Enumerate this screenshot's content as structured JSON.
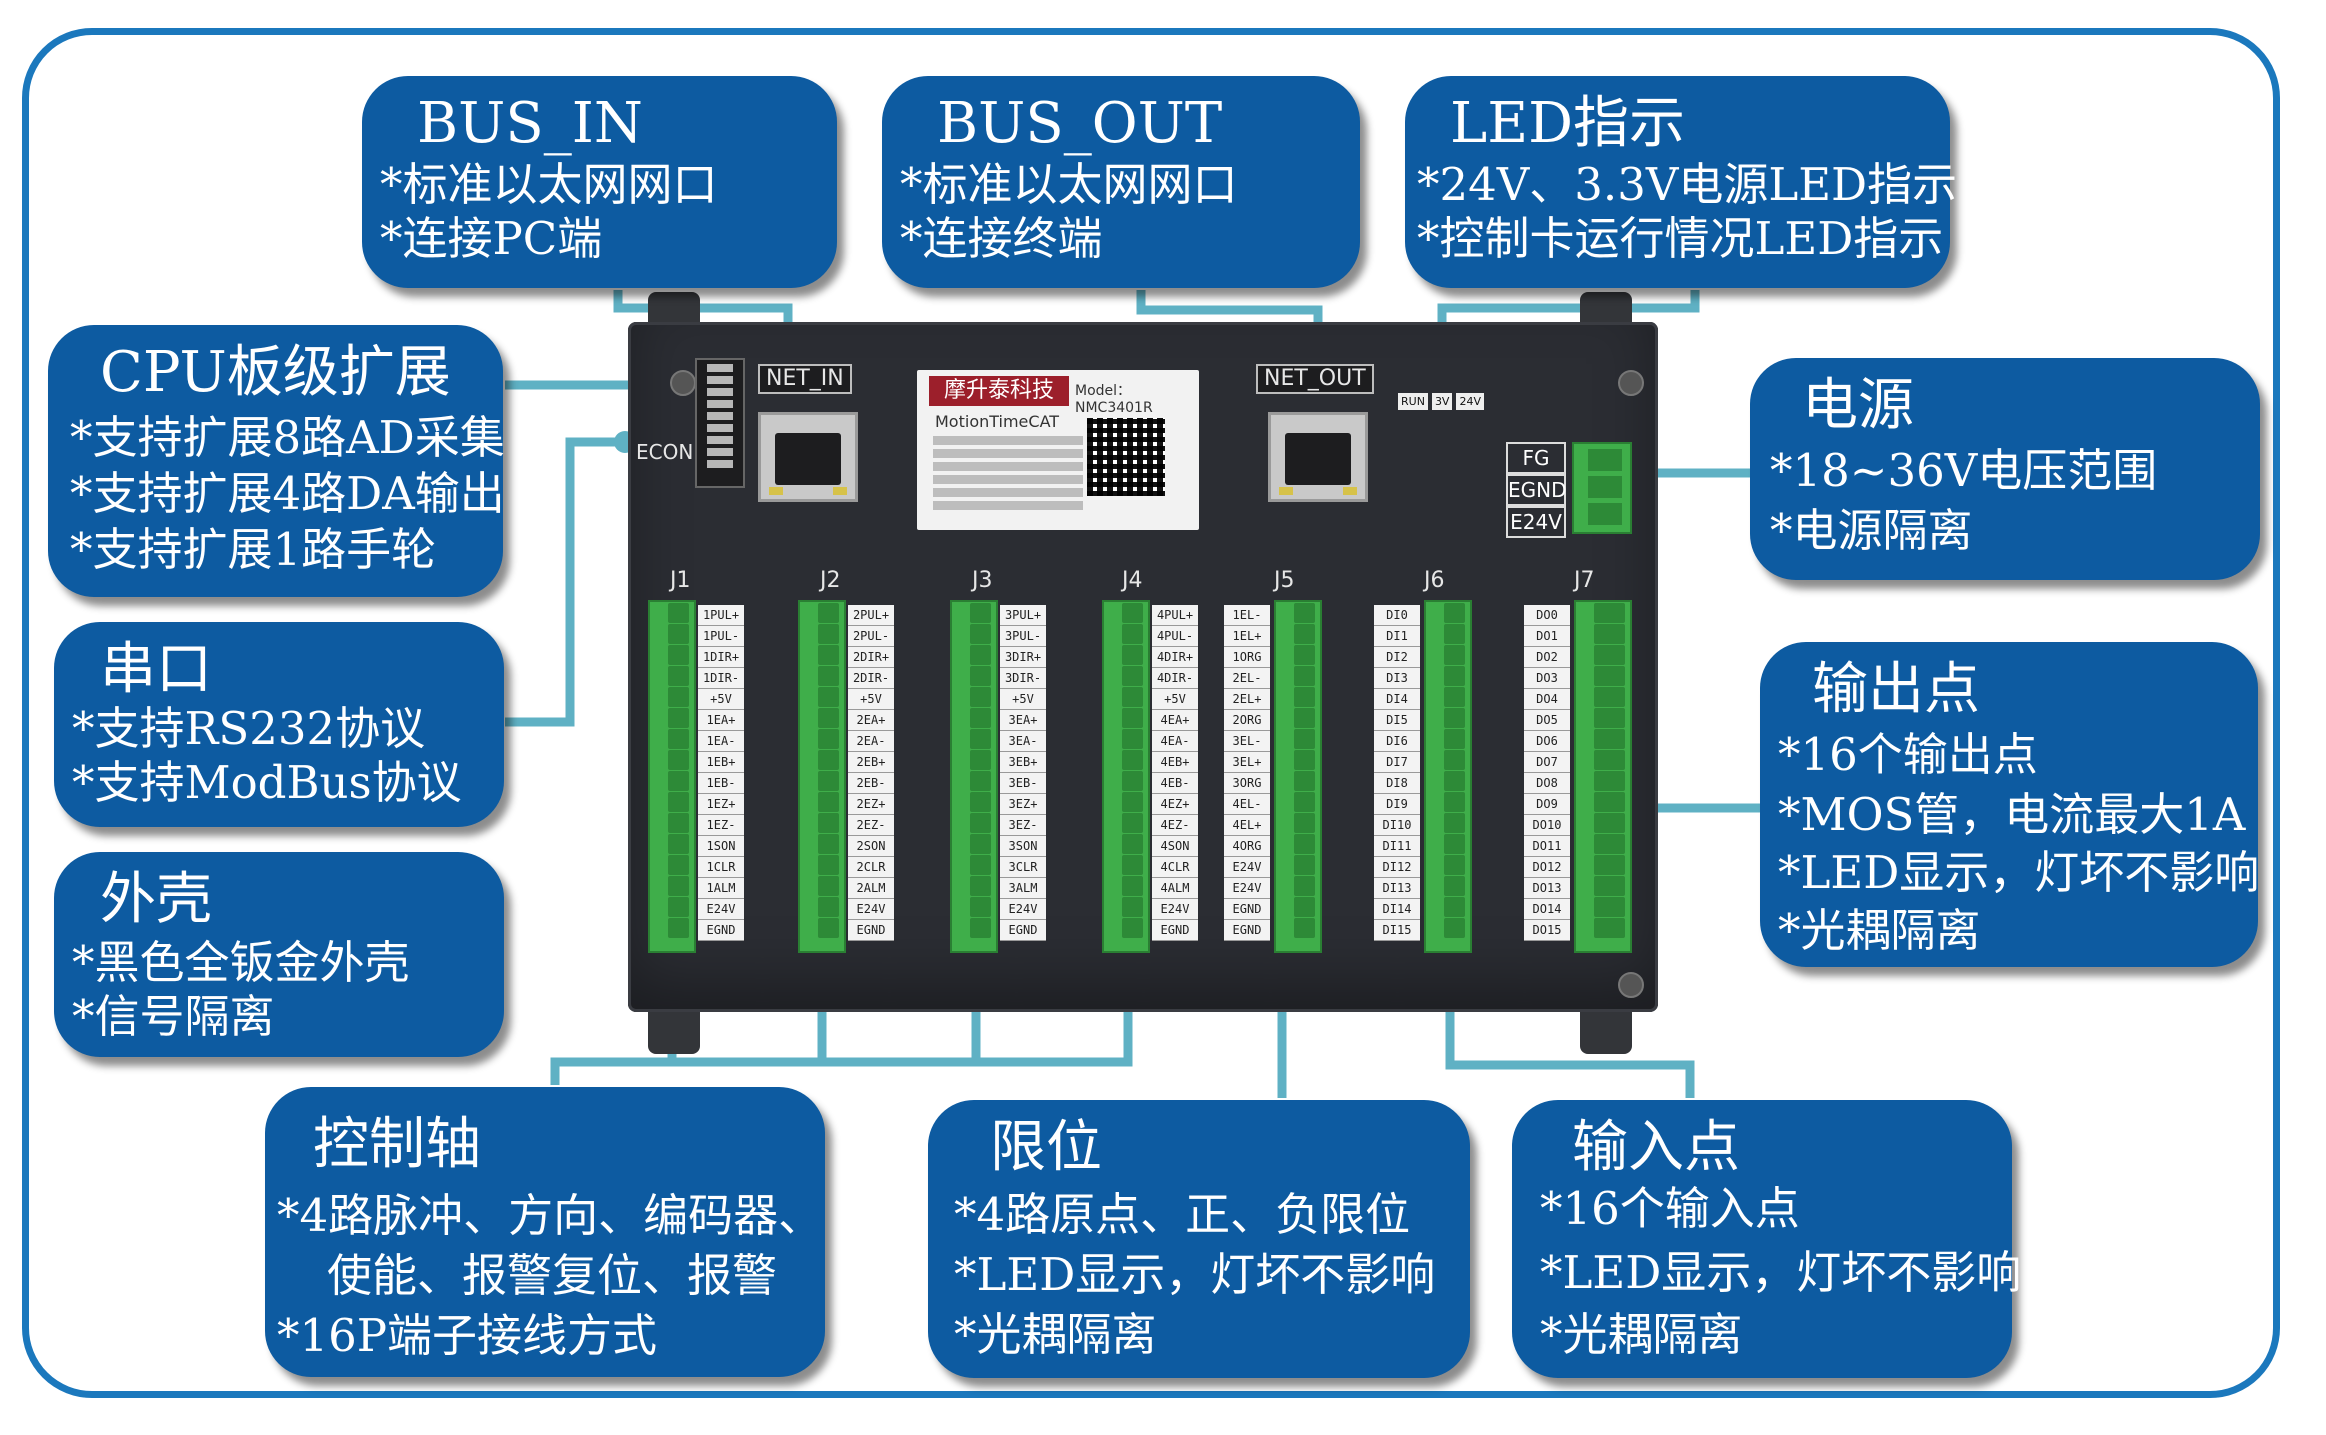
{
  "callouts": {
    "bus_in": {
      "title": "BUS_IN",
      "lines": [
        "*标准以太网网口",
        "*连接PC端"
      ]
    },
    "bus_out": {
      "title": "BUS_OUT",
      "lines": [
        "*标准以太网网口",
        "*连接终端"
      ]
    },
    "led": {
      "title": "LED指示",
      "lines": [
        "*24V、3.3V电源LED指示",
        "*控制卡运行情况LED指示"
      ]
    },
    "cpu": {
      "title": "CPU板级扩展",
      "lines": [
        "*支持扩展8路AD采集",
        "*支持扩展4路DA输出",
        "*支持扩展1路手轮"
      ]
    },
    "serial": {
      "title": "串口",
      "lines": [
        "*支持RS232协议",
        "*支持ModBus协议"
      ]
    },
    "shell": {
      "title": "外壳",
      "lines": [
        "*黑色全钣金外壳",
        "*信号隔离"
      ]
    },
    "power": {
      "title": "电源",
      "lines": [
        "*18~36V电压范围",
        "*电源隔离"
      ]
    },
    "output": {
      "title": "输出点",
      "lines": [
        "*16个输出点",
        "*MOS管，电流最大1A",
        "*LED显示，灯坏不影响",
        "*光耦隔离"
      ]
    },
    "axis": {
      "title": "控制轴",
      "lines": [
        "*4路脉冲、方向、编码器、",
        "使能、报警复位、报警",
        "*16P端子接线方式"
      ]
    },
    "limit": {
      "title": "限位",
      "lines": [
        "*4路原点、正、负限位",
        "*LED显示，灯坏不影响",
        "*光耦隔离"
      ]
    },
    "input": {
      "title": "输入点",
      "lines": [
        "*16个输入点",
        "*LED显示，灯坏不影响",
        "*光耦隔离"
      ]
    }
  },
  "device": {
    "net_in": "NET_IN",
    "net_out": "NET_OUT",
    "econ": "ECON",
    "brand": "摩升泰科技",
    "brand_en": "MotionTimeCAT",
    "model": "Model：NMC3401R",
    "power_pins": [
      "FG",
      "EGND",
      "E24V"
    ],
    "led_labels": [
      "RUN",
      "3V",
      "24V"
    ],
    "connectors": [
      "J1",
      "J2",
      "J3",
      "J4",
      "J5",
      "J6",
      "J7"
    ],
    "j1_pins": [
      "1PUL+",
      "1PUL-",
      "1DIR+",
      "1DIR-",
      "+5V",
      "1EA+",
      "1EA-",
      "1EB+",
      "1EB-",
      "1EZ+",
      "1EZ-",
      "1SON",
      "1CLR",
      "1ALM",
      "E24V",
      "EGND"
    ],
    "j2_pins": [
      "2PUL+",
      "2PUL-",
      "2DIR+",
      "2DIR-",
      "+5V",
      "2EA+",
      "2EA-",
      "2EB+",
      "2EB-",
      "2EZ+",
      "2EZ-",
      "2SON",
      "2CLR",
      "2ALM",
      "E24V",
      "EGND"
    ],
    "j3_pins": [
      "3PUL+",
      "3PUL-",
      "3DIR+",
      "3DIR-",
      "+5V",
      "3EA+",
      "3EA-",
      "3EB+",
      "3EB-",
      "3EZ+",
      "3EZ-",
      "3SON",
      "3CLR",
      "3ALM",
      "E24V",
      "EGND"
    ],
    "j4_pins": [
      "4PUL+",
      "4PUL-",
      "4DIR+",
      "4DIR-",
      "+5V",
      "4EA+",
      "4EA-",
      "4EB+",
      "4EB-",
      "4EZ+",
      "4EZ-",
      "4SON",
      "4CLR",
      "4ALM",
      "E24V",
      "EGND"
    ],
    "j5_pins": [
      "1EL-",
      "1EL+",
      "1ORG",
      "2EL-",
      "2EL+",
      "2ORG",
      "3EL-",
      "3EL+",
      "3ORG",
      "4EL-",
      "4EL+",
      "4ORG",
      "E24V",
      "E24V",
      "EGND",
      "EGND"
    ],
    "j6_pins": [
      "DI0",
      "DI1",
      "DI2",
      "DI3",
      "DI4",
      "DI5",
      "DI6",
      "DI7",
      "DI8",
      "DI9",
      "DI10",
      "DI11",
      "DI12",
      "DI13",
      "DI14",
      "DI15"
    ],
    "j7_pins": [
      "DO0",
      "DO1",
      "DO2",
      "DO3",
      "DO4",
      "DO5",
      "DO6",
      "DO7",
      "DO8",
      "DO9",
      "DO10",
      "DO11",
      "DO12",
      "DO13",
      "DO14",
      "DO15"
    ]
  },
  "colors": {
    "callout": "#0d5ba1",
    "wire": "#5fb1c4",
    "frame": "#1b78bd",
    "terminal": "#3fae4a",
    "plate": "#2b2d33"
  }
}
